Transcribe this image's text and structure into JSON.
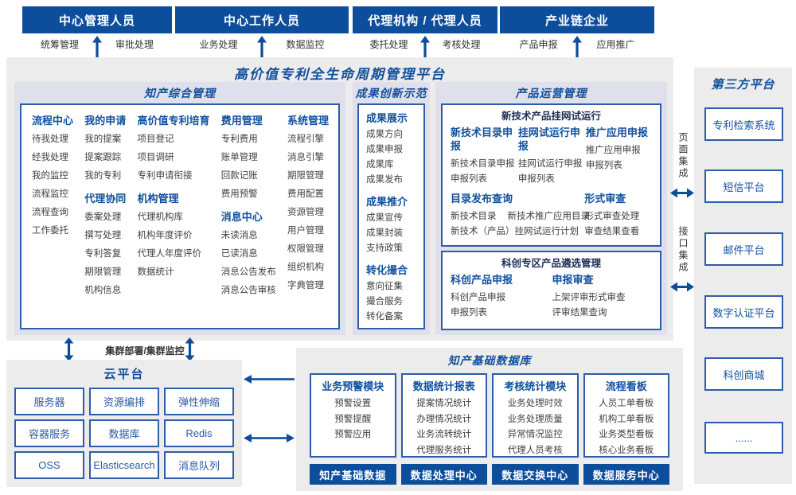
{
  "colors": {
    "header_bar": "#0d4e9c",
    "accent_blue": "#10509e",
    "border_blue": "#2e5ca8",
    "panel_gray": "#ececec",
    "section_lavender": "#dfe0eb"
  },
  "actors": [
    {
      "title": "中心管理人员",
      "left": "统筹管理",
      "right": "审批处理"
    },
    {
      "title": "中心工作人员",
      "left": "业务处理",
      "right": "数据监控"
    },
    {
      "title": "代理机构 / 代理人员",
      "left": "委托处理",
      "right": "考核处理"
    },
    {
      "title": "产业链企业",
      "left": "产品申报",
      "right": "应用推广"
    }
  ],
  "platform_title": "高价值专利全生命周期管理平台",
  "comprehensive": {
    "title": "知产综合管理",
    "columns": [
      {
        "groups": [
          {
            "heading": "流程中心",
            "items": [
              "待我处理",
              "经我处理",
              "我的监控",
              "流程监控",
              "流程查询",
              "工作委托"
            ]
          }
        ]
      },
      {
        "groups": [
          {
            "heading": "我的申请",
            "items": [
              "我的提案",
              "提案跟踪",
              "我的专利"
            ]
          },
          {
            "heading": "代理协同",
            "items": [
              "委案处理",
              "撰写处理",
              "专利答复",
              "期限管理",
              "机构信息"
            ]
          }
        ]
      },
      {
        "groups": [
          {
            "heading": "高价值专利培育",
            "items": [
              "项目登记",
              "项目调研",
              "专利申请衔接"
            ]
          },
          {
            "heading": "机构管理",
            "items": [
              "代理机构库",
              "机构年度评价",
              "代理人年度评价",
              "数据统计"
            ]
          }
        ]
      },
      {
        "groups": [
          {
            "heading": "费用管理",
            "items": [
              "专利费用",
              "账单管理",
              "回款记账",
              "费用预警"
            ]
          },
          {
            "heading": "消息中心",
            "items": [
              "未读消息",
              "已读消息",
              "消息公告发布",
              "消息公告审核"
            ]
          }
        ]
      },
      {
        "groups": [
          {
            "heading": "系统管理",
            "items": [
              "流程引擎",
              "消息引擎",
              "期限管理",
              "费用配置",
              "资源管理",
              "用户管理",
              "权限管理",
              "组织机构",
              "字典管理"
            ]
          }
        ]
      }
    ]
  },
  "innovation": {
    "title": "成果创新示范",
    "groups": [
      {
        "heading": "成果展示",
        "items": [
          "成果方向",
          "成果申报",
          "成果库",
          "成果发布"
        ]
      },
      {
        "heading": "成果推介",
        "items": [
          "成果宣传",
          "成果封装",
          "支持政策"
        ]
      },
      {
        "heading": "转化撮合",
        "items": [
          "意向征集",
          "撮合服务",
          "转化备案"
        ]
      }
    ]
  },
  "product_ops": {
    "title": "产品运营管理",
    "trial_box": {
      "title": "新技术产品挂网试运行",
      "cols": [
        {
          "heading": "新技术目录申报",
          "items": [
            "新技术目录申报",
            "申报列表"
          ]
        },
        {
          "heading": "挂网试运行申报",
          "items": [
            "挂网试运行申报",
            "申报列表"
          ]
        },
        {
          "heading": "推广应用申报",
          "items": [
            "推广应用申报",
            "申报列表"
          ]
        }
      ],
      "catalog": {
        "heading": "目录发布查询",
        "items": [
          "新技术目录",
          "新技术推广应用目录",
          "新技术（产品）挂网试运行计划"
        ]
      },
      "review": {
        "heading": "形式审查",
        "items": [
          "形式审查处理",
          "审查结果查看"
        ]
      }
    },
    "sci_box": {
      "title": "科创专区产品遴选管理",
      "cols": [
        {
          "heading": "科创产品申报",
          "items": [
            "科创产品申报",
            "申报列表"
          ]
        },
        {
          "heading": "申报审查",
          "items": [
            "上架评审形式审查",
            "评审结果查询"
          ]
        }
      ]
    }
  },
  "third_party": {
    "title": "第三方平台",
    "boxes": [
      "专利检索系统",
      "短信平台",
      "邮件平台",
      "数字认证平台",
      "科创商城",
      "......"
    ]
  },
  "integration": {
    "page": "页面集成",
    "api": "接口集成"
  },
  "cluster_label": "集群部署/集群监控",
  "cloud": {
    "title": "云平台",
    "boxes": [
      "服务器",
      "资源编排",
      "弹性伸缩",
      "容器服务",
      "数据库",
      "Redis",
      "OSS",
      "Elasticsearch",
      "消息队列"
    ]
  },
  "data_platform": {
    "title": "知产基础数据库",
    "modules": [
      {
        "heading": "业务预警模块",
        "items": [
          "预警设置",
          "预警提醒",
          "预警应用"
        ]
      },
      {
        "heading": "数据统计报表",
        "items": [
          "提案情况统计",
          "办理情况统计",
          "业务流转统计",
          "代理服务统计"
        ]
      },
      {
        "heading": "考核统计模块",
        "items": [
          "业务处理时效",
          "业务处理质量",
          "异常情况监控",
          "代理人员考核"
        ]
      },
      {
        "heading": "流程看板",
        "items": [
          "人员工单看板",
          "机构工单看板",
          "业务类型看板",
          "核心业务看板"
        ]
      }
    ],
    "centers": [
      "知产基础数据",
      "数据处理中心",
      "数据交换中心",
      "数据服务中心"
    ]
  }
}
